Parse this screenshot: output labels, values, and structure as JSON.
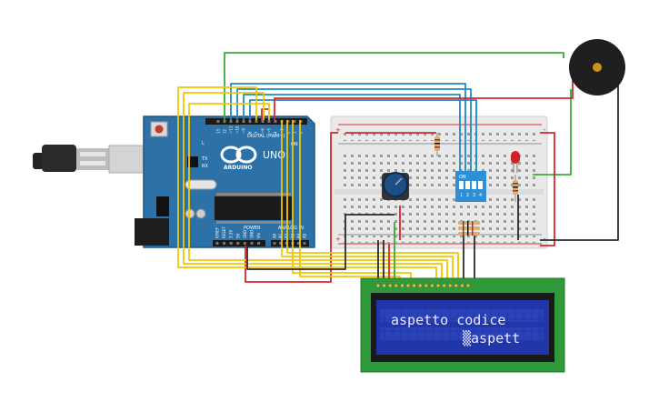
{
  "arduino": {
    "brand": "ARDUINO",
    "model": "UNO",
    "digital_header": "DIGITAL (PWM~)",
    "power_header": "POWER",
    "analog_header": "ANALOG IN",
    "label_tx": "TX",
    "label_rx": "RX",
    "label_l": "L",
    "label_on": "ON",
    "label_aref": "AREF",
    "label_gnd": "GND",
    "digital_pins": [
      "13",
      "12",
      "~11",
      "~10",
      "~9",
      "8",
      "7",
      "~6",
      "~5",
      "4",
      "~3",
      "2",
      "1",
      "0"
    ],
    "power_pins": [
      "IOREF",
      "RESET",
      "3.3V",
      "5V",
      "GND",
      "GND",
      "Vin"
    ],
    "analog_pins": [
      "A0",
      "A1",
      "A2",
      "A3",
      "A4",
      "A5"
    ]
  },
  "dip_switch": {
    "label_on": "ON",
    "numbers": [
      "1",
      "2",
      "3",
      "4"
    ]
  },
  "lcd": {
    "line1": "aspetto codice",
    "line2": "▒aspett"
  },
  "breadboard": {
    "plus": "+",
    "minus": "-"
  },
  "colors": {
    "wire_red": "#d9262b",
    "wire_green": "#3aa93a",
    "wire_blue": "#1e88c8",
    "wire_yellow": "#f0c800",
    "wire_black": "#2a2a2a",
    "board_blue": "#2c71a7",
    "lcd_green": "#2f9a3a",
    "lcd_screen": "#2136a8",
    "led_red": "#d42020"
  }
}
